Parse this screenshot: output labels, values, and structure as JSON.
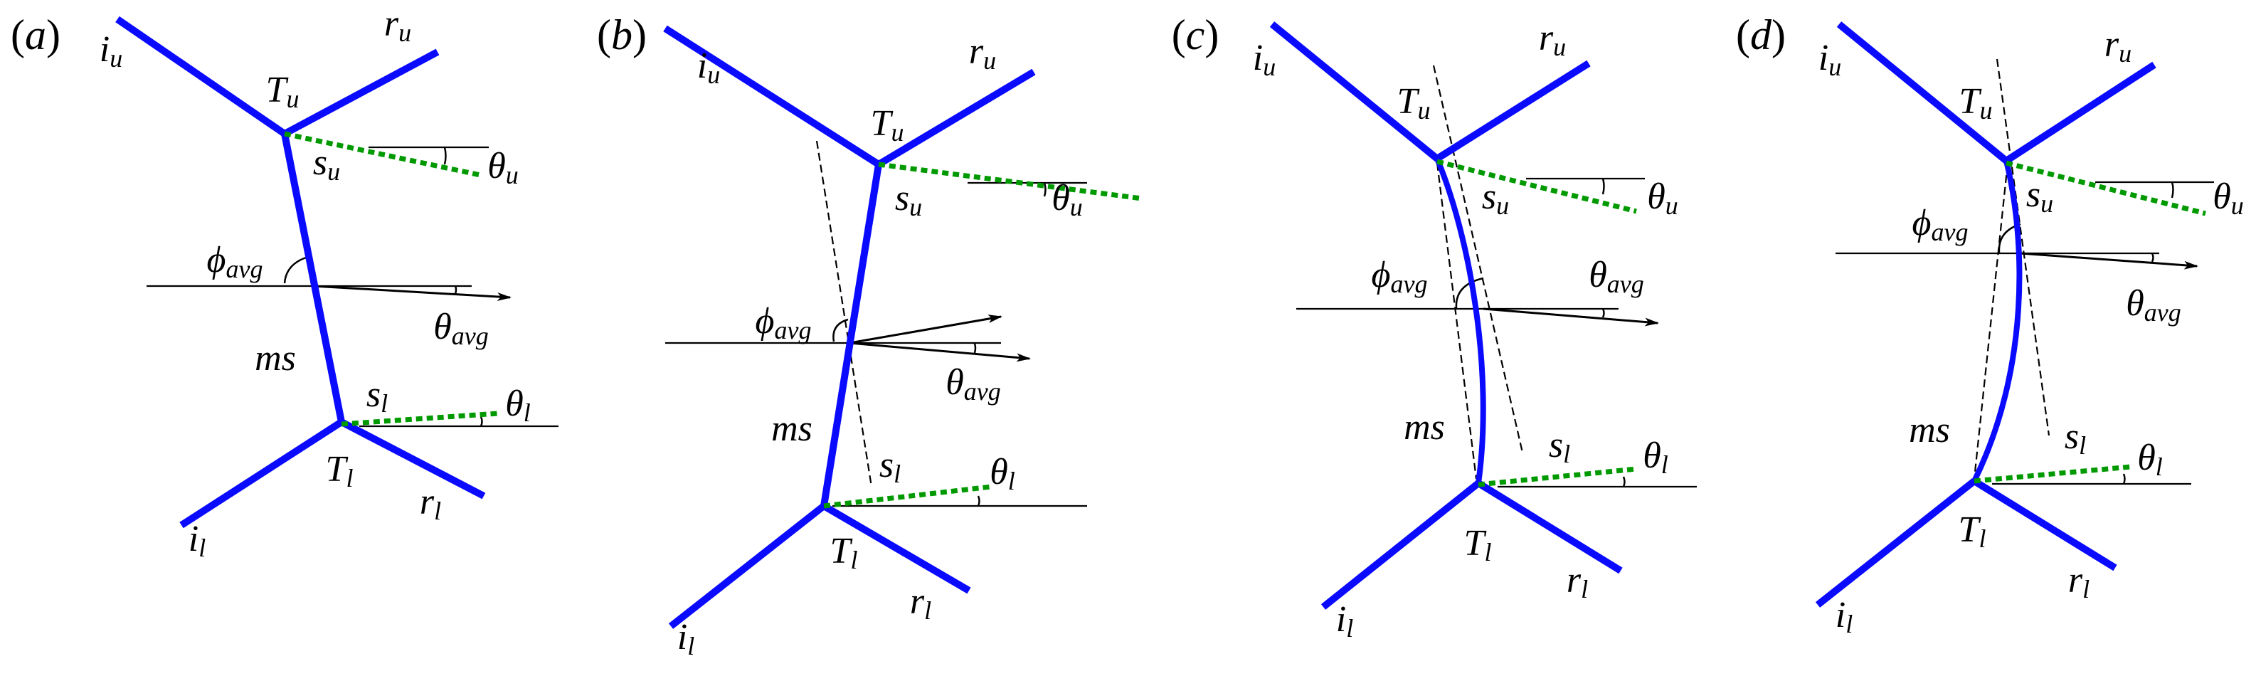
{
  "figure": {
    "panels": [
      {
        "open": "(",
        "letter": "a",
        "close": ")"
      },
      {
        "open": "(",
        "letter": "b",
        "close": ")"
      },
      {
        "open": "(",
        "letter": "c",
        "close": ")"
      },
      {
        "open": "(",
        "letter": "d",
        "close": ")"
      }
    ]
  },
  "symbols": {
    "i_u": {
      "main": "i",
      "sub": "u"
    },
    "r_u": {
      "main": "r",
      "sub": "u"
    },
    "T_u": {
      "main": "T",
      "sub": "u"
    },
    "s_u": {
      "main": "s",
      "sub": "u"
    },
    "theta_u": {
      "main": "θ",
      "sub": "u"
    },
    "phi_avg": {
      "main": "ϕ",
      "sub": "avg"
    },
    "theta_avg": {
      "main": "θ",
      "sub": "avg"
    },
    "ms": {
      "main": "ms",
      "sub": ""
    },
    "s_l": {
      "main": "s",
      "sub": "l"
    },
    "theta_l": {
      "main": "θ",
      "sub": "l"
    },
    "T_l": {
      "main": "T",
      "sub": "l"
    },
    "r_l": {
      "main": "r",
      "sub": "l"
    },
    "i_l": {
      "main": "i",
      "sub": "l"
    }
  },
  "colors": {
    "boundary": "#0a0aff",
    "segment": "#009a00",
    "line": "#000000"
  }
}
